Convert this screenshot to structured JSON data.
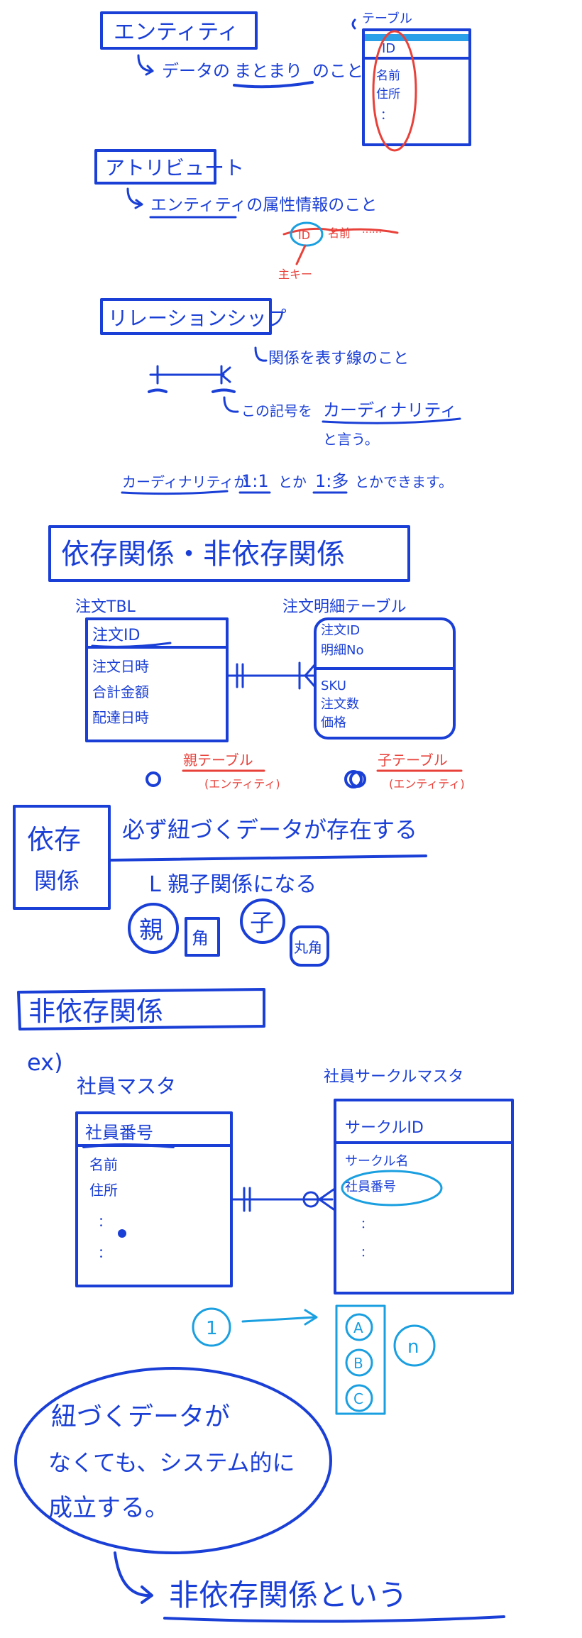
{
  "entity": {
    "title": "エンティティ",
    "desc_part1": "データの",
    "desc_highlight": "まとまり",
    "desc_part2": "のこと",
    "table_label": "テーブル",
    "pk": "ID",
    "attrs": [
      "名前",
      "住所",
      "："
    ]
  },
  "attribute": {
    "title": "アトリビュート",
    "desc": "エンティティの属性情報のこと",
    "id_label": "ID",
    "name_label": "名前",
    "dots": "……",
    "pk_label": "主キー"
  },
  "relationship": {
    "title": "リレーションシップ",
    "desc": "関係を表す線のこと",
    "notation_line1": "この記号を",
    "notation_highlight": "カーディナリティ",
    "notation_line2": "と言う。",
    "cardinality_prefix": "カーディナリティが",
    "cardinality_a": "1:1",
    "cardinality_mid": "とか",
    "cardinality_b": "1:多",
    "cardinality_suffix": "とかできます。"
  },
  "dependent_section": {
    "title": "依存関係・非依存関係",
    "left_table_label": "注文TBL",
    "right_table_label": "注文明細テーブル",
    "left_pk": "注文ID",
    "left_attrs": [
      "注文日時",
      "合計金額",
      "配達日時"
    ],
    "right_pk1": "注文ID",
    "right_pk2": "明細No",
    "right_attrs": [
      "SKU",
      "注文数",
      "価格"
    ],
    "parent_label": "親テーブル",
    "parent_sub": "(エンティティ)",
    "child_label": "子テーブル",
    "child_sub": "(エンティティ)",
    "side_box_line1": "依存",
    "side_box_line2": "関係",
    "must_text": "必ず紐づくデータが存在する",
    "parent_child": "L 親子関係になる",
    "oya": "親",
    "kaku": "角",
    "ko": "子",
    "maru": "丸角"
  },
  "independent_section": {
    "title": "非依存関係",
    "ex": "ex)",
    "left_table_label": "社員マスタ",
    "right_table_label": "社員サークルマスタ",
    "left_pk": "社員番号",
    "left_attrs": [
      "名前",
      "住所",
      "：",
      "："
    ],
    "right_pk": "サークルID",
    "right_attrs": [
      "サークル名",
      "社員番号",
      "：",
      "："
    ],
    "circle_1": "1",
    "stack": [
      "A",
      "B",
      "C"
    ],
    "circle_n": "n",
    "bubble_line1": "紐づくデータが",
    "bubble_line2": "なくても、システム的に",
    "bubble_line3": "成立する。",
    "conclusion": "非依存関係という"
  }
}
